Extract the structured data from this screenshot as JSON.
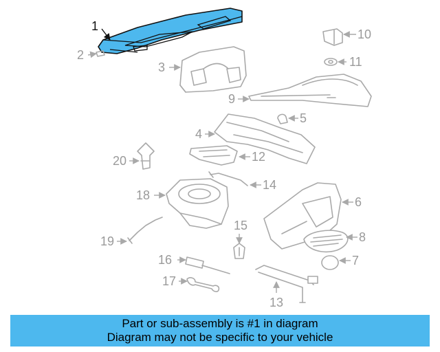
{
  "labels": {
    "l1": "1",
    "l2": "2",
    "l3": "3",
    "l4": "4",
    "l5": "5",
    "l6": "6",
    "l7": "7",
    "l8": "8",
    "l9": "9",
    "l10": "10",
    "l11": "11",
    "l12": "12",
    "l13": "13",
    "l14": "14",
    "l15": "15",
    "l16": "16",
    "l17": "17",
    "l18": "18",
    "l19": "19",
    "l20": "20"
  },
  "highlighted_part": "1",
  "colors": {
    "highlight": "#4db8ee",
    "outline": "#a9a9a9",
    "label": "#9a9a9a"
  },
  "banner": {
    "line1": "Part or sub-assembly is #1 in diagram",
    "line2": "Diagram may not be specific to your vehicle"
  }
}
